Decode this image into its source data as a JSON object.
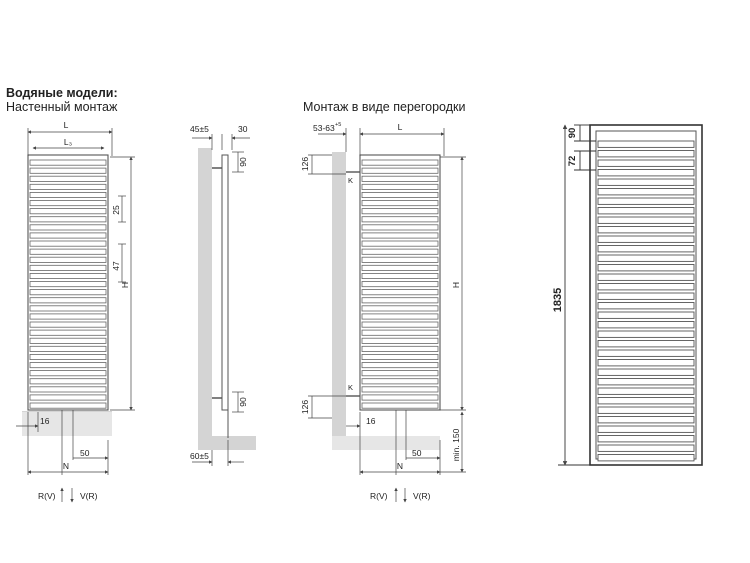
{
  "header": {
    "title": "Водяные модели:",
    "wall_mount": "Настенный монтаж",
    "partition_mount": "Монтаж в виде перегородки"
  },
  "view1": {
    "dims": {
      "L": "L",
      "L3": "L₃",
      "d25": "25",
      "d47": "47",
      "H": "H",
      "d16": "16",
      "d50": "50",
      "N": "N"
    },
    "flow": {
      "return": "R(V)",
      "supply": "V(R)"
    }
  },
  "view2": {
    "dims": {
      "top_left": "45±5",
      "top_right": "30",
      "d90_top": "90",
      "d90_bottom": "90",
      "bottom": "60±5"
    }
  },
  "view3": {
    "dims": {
      "offset": "53-63",
      "offset_sup": "+5",
      "L": "L",
      "d126_top": "126",
      "K_top": "K",
      "H": "H",
      "K_bottom": "K",
      "d126_bottom": "126",
      "d16": "16",
      "d50": "50",
      "N": "N",
      "min150": "min. 150"
    },
    "flow": {
      "return": "R(V)",
      "supply": "V(R)"
    }
  },
  "view4": {
    "dims": {
      "d90": "90",
      "d72": "72",
      "total": "1835"
    }
  }
}
